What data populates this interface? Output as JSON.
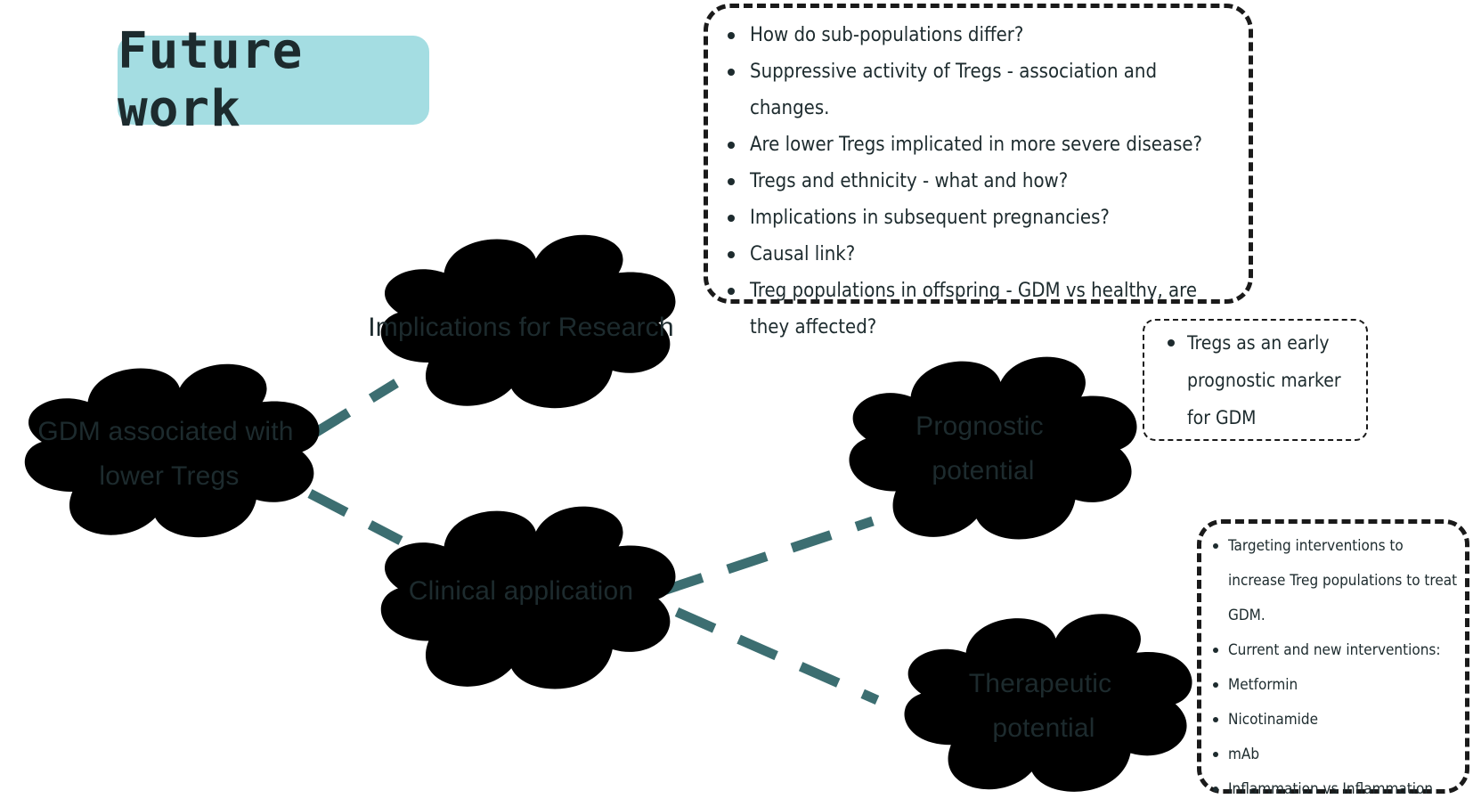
{
  "title": "Future work",
  "colors": {
    "accent": "#a4dde2",
    "connector": "#3c6e71",
    "text": "#1d2b2e",
    "border": "#1a1a1a"
  },
  "clouds": {
    "gdm": [
      "GDM associated with",
      "lower Tregs"
    ],
    "research": [
      "Implications for Research"
    ],
    "clinical": [
      "Clinical application"
    ],
    "prognostic": [
      "Prognostic",
      "potential"
    ],
    "therapeutic": [
      "Therapeutic",
      "potential"
    ]
  },
  "notes": {
    "research": [
      "How do sub-populations differ?",
      "Suppressive activity of Tregs - association and changes.",
      "Are lower Tregs implicated in more severe disease?",
      "Tregs and ethnicity - what and how?",
      "Implications in subsequent pregnancies?",
      "Causal link?",
      "Treg populations in offspring - GDM vs healthy, are they affected?"
    ],
    "prognostic": [
      "Tregs as an early prognostic marker for GDM"
    ],
    "therapeutic": [
      "Targeting interventions to increase Treg populations to treat GDM.",
      "Current and new interventions:",
      "Metformin",
      "Nicotinamide",
      "mAb",
      "Inflammation vs Inflammation"
    ]
  }
}
